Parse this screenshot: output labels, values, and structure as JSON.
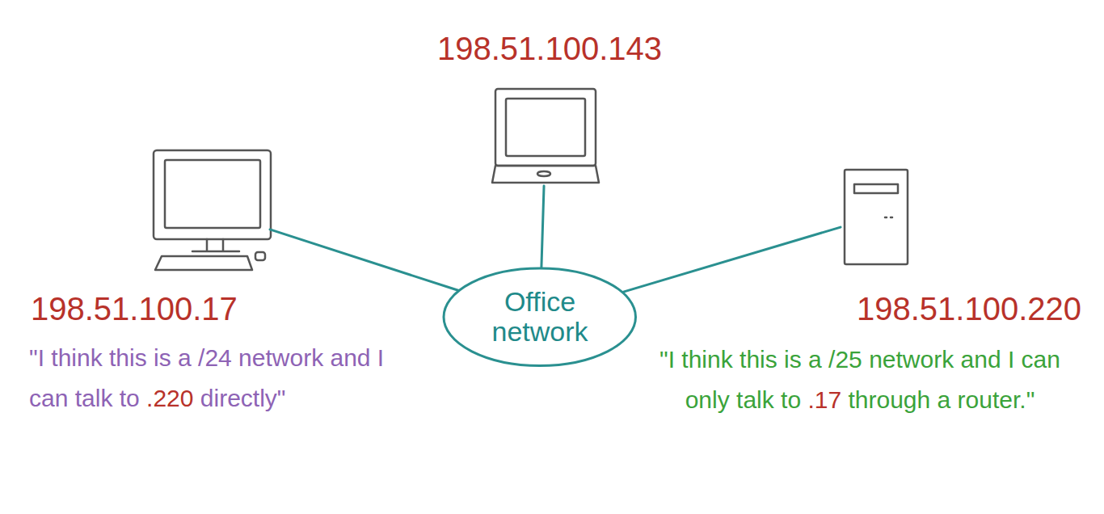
{
  "diagram": {
    "nodes": [
      {
        "text": [
          "198.51.100.143"
        ]
      },
      {
        "text": [
          "198.51.100.17",
          "\"I think this is a /24 network and I can talk to .220 directly\""
        ]
      },
      {
        "text": [
          "Office network"
        ]
      },
      {
        "text": [
          "198.51.100.220",
          "\"I think this is a /25 network and I can only talk to .17 through a router.\""
        ]
      }
    ],
    "edges": [
      {
        "from": 1,
        "to": 2,
        "arrow": "none"
      },
      {
        "from": 0,
        "to": 2,
        "arrow": "none"
      },
      {
        "from": 3,
        "to": 2,
        "arrow": "none"
      }
    ]
  }
}
